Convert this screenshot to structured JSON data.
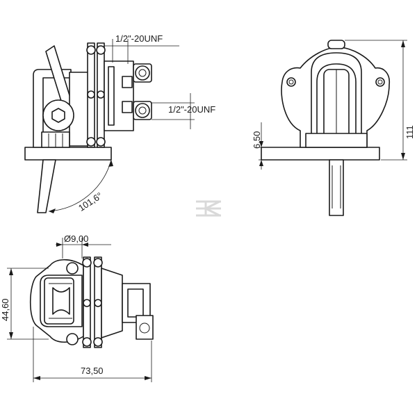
{
  "labels": {
    "thread_top": "1/2\"-20UNF",
    "thread_mid": "1/2\"-20UNF",
    "angle": "101,6°",
    "flange_thickness": "6,50",
    "overall_height": "111",
    "bore_diameter": "Ø9,00",
    "body_height": "44,60",
    "overall_length": "73,50"
  },
  "watermark": "K",
  "colors": {
    "line": "#1a1a1a",
    "background": "#ffffff",
    "watermark": "#d9d9d9"
  }
}
